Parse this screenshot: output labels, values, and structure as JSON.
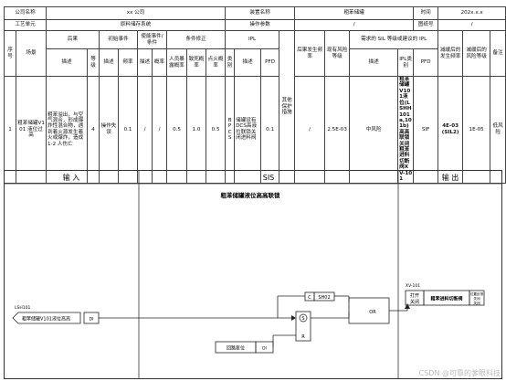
{
  "header": {
    "company_label": "公司名称",
    "company_value": "xx 公司",
    "device_label": "装置名称",
    "device_value": "粗苯储罐",
    "time_label": "时间",
    "time_value": "202x.x.x",
    "unit_label": "工艺单元",
    "unit_value": "原料储存系统",
    "params_label": "操作参数",
    "params_value": "/",
    "drawing_label": "图纸号",
    "drawing_value": "/"
  },
  "columns": {
    "seq": "序号",
    "scenario": "场景",
    "consequence": "后果",
    "initiating": "初始事件",
    "enabling": "使能事件/条件",
    "condition": "条件修正",
    "ipl": "IPL",
    "other": "其他保护措施",
    "post_freq": "后果发生频率",
    "risk_level": "现有风险等级",
    "sil_req": "需求的 SIL 等级或建议的 IPL",
    "after_freq": "减缓后的发生频率",
    "after_risk": "减缓后的风险等级",
    "remark": "备注",
    "desc": "描述",
    "grade": "等级",
    "freq": "频率",
    "prob": "概率",
    "person_prob": "人员暴露概率",
    "ignite_prob": "点火概率",
    "effect_prob": "致死概率",
    "category": "类别",
    "pfd": "PFD",
    "ipl_cat": "IPL类别"
  },
  "row": {
    "seq": "1",
    "scenario": "粗苯储罐V101 液位过高",
    "consequence": "粗苯溢出，与空气混合，形成爆炸性混合物，遇到着火源发生着火或爆炸，造成 1-2 人伤亡",
    "grade": "4",
    "init_desc": "操作失误",
    "init_freq": "0.1",
    "enab_desc": "/",
    "enab_prob": "/",
    "person_prob": "0.5",
    "effect_prob": "1.0",
    "ignite_prob": "0.5",
    "ipl_cat": "BPCS",
    "ipl_desc": "储罐设有DCS高液位联锁关闭进料阀",
    "ipl_pfd": "0.1",
    "other": "/",
    "post_freq": "2.5E-03",
    "risk": "中风险",
    "sil_desc": "粗苯储罐V101液位(LSHH101a,101b)高高联锁关闭粗苯进料切断阀XV-101",
    "sil_cat": "SIF",
    "sil_pfd": "4E-03 (SIL2)",
    "after_freq": "1E-05",
    "after_risk": "低风险",
    "remark": ""
  },
  "sis": {
    "input_header": "输 入",
    "sis_header": "SIS",
    "output_header": "输 出",
    "title": "粗苯储罐液位高高联锁",
    "tag_in": "LSH101",
    "input_label": "粗苯储罐V101液位高高",
    "input_code": "DI",
    "c_label": "C",
    "sh_label": "SH02",
    "s_label": "S",
    "r_label": "R",
    "or_label": "OR",
    "reset_label": "回路复位",
    "reset_code": "DI",
    "out_tag": "XV-101",
    "out_open": "打开",
    "out_close": "关闭",
    "out_label": "粗苯进料切断阀",
    "out_side1": "位置反馈",
    "out_side2": "关闭",
    "out_side3": "关闭"
  },
  "watermark": "CSDN @可靠的爹眼科技"
}
